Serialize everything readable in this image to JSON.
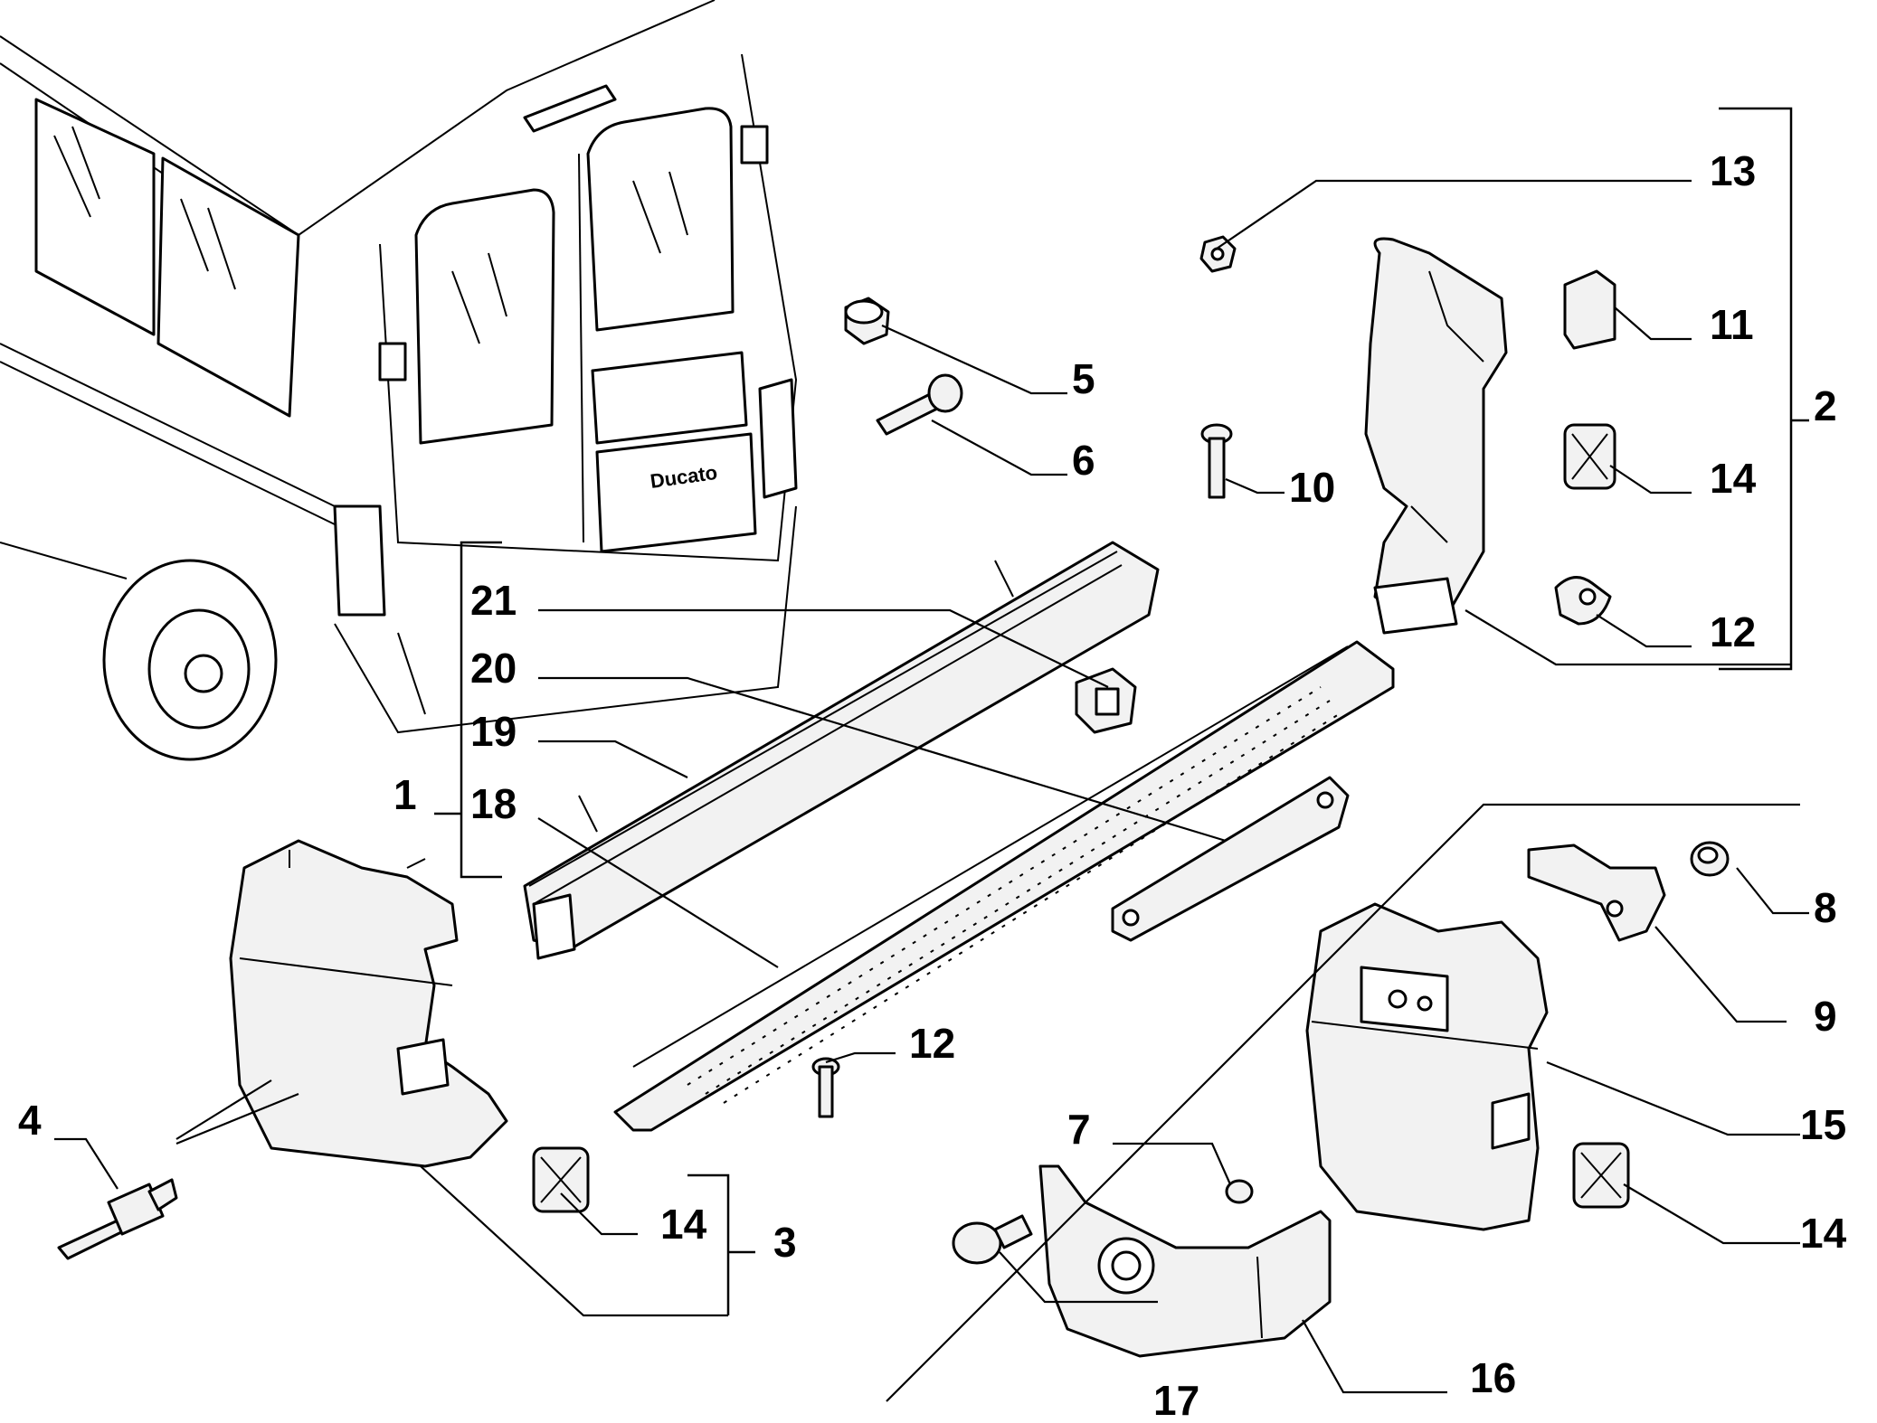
{
  "vehicle_badge": "Ducato",
  "callouts": [
    {
      "id": "c1",
      "text": "1"
    },
    {
      "id": "c2",
      "text": "2"
    },
    {
      "id": "c3",
      "text": "3"
    },
    {
      "id": "c4",
      "text": "4"
    },
    {
      "id": "c5",
      "text": "5"
    },
    {
      "id": "c6",
      "text": "6"
    },
    {
      "id": "c7",
      "text": "7"
    },
    {
      "id": "c8",
      "text": "8"
    },
    {
      "id": "c9",
      "text": "9"
    },
    {
      "id": "c10",
      "text": "10"
    },
    {
      "id": "c11",
      "text": "11"
    },
    {
      "id": "c12a",
      "text": "12"
    },
    {
      "id": "c12b",
      "text": "12"
    },
    {
      "id": "c13",
      "text": "13"
    },
    {
      "id": "c14a",
      "text": "14"
    },
    {
      "id": "c14b",
      "text": "14"
    },
    {
      "id": "c14c",
      "text": "14"
    },
    {
      "id": "c15",
      "text": "15"
    },
    {
      "id": "c16",
      "text": "16"
    },
    {
      "id": "c17",
      "text": "17"
    },
    {
      "id": "c18",
      "text": "18"
    },
    {
      "id": "c19",
      "text": "19"
    },
    {
      "id": "c20",
      "text": "20"
    },
    {
      "id": "c21",
      "text": "21"
    }
  ]
}
